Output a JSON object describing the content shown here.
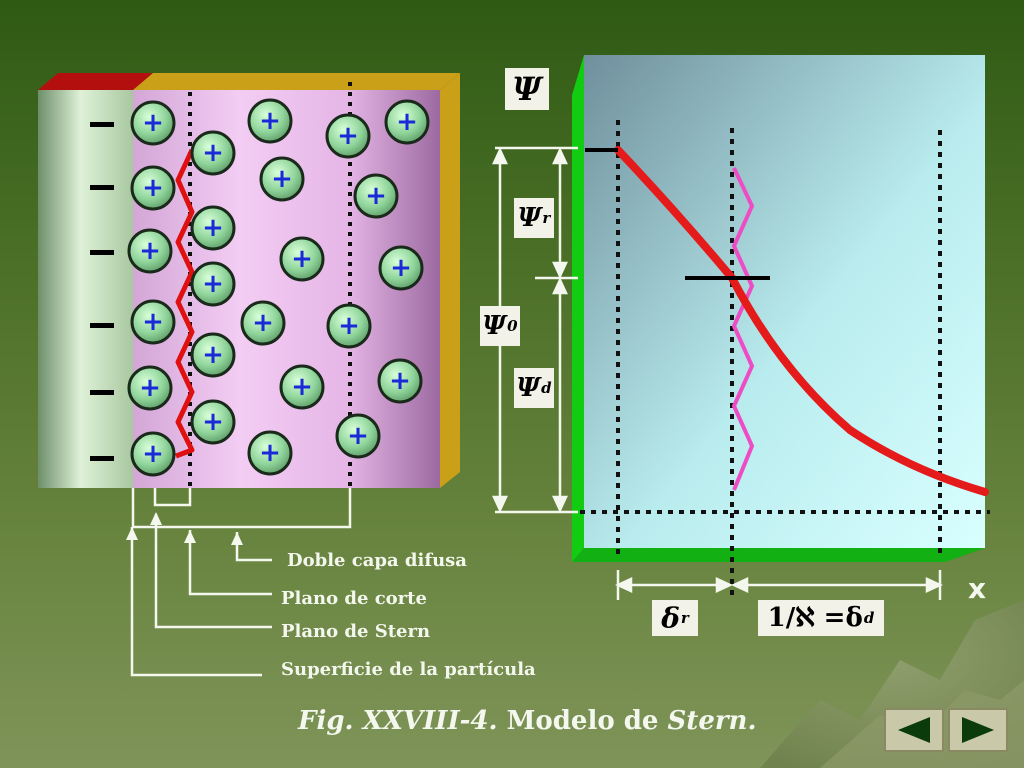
{
  "diagram": {
    "labels": {
      "doble_capa": "Doble capa difusa",
      "plano_corte": "Plano de corte",
      "plano_stern": "Plano de Stern",
      "superficie": "Superficie de la partícula"
    },
    "psi": "Ψ",
    "psi_r": "Ψ",
    "psi_r_sub": "r",
    "psi_0": "Ψ",
    "psi_0_sub": "0",
    "psi_d": "Ψ",
    "psi_d_sub": "d",
    "delta_r": "δ",
    "delta_r_sub": "r",
    "kappa_expr": "1/ℵ =δ",
    "kappa_sub": "d",
    "x_axis": "x",
    "neg_sign": "–",
    "pos_sign": "+"
  },
  "caption": {
    "fig": "Fig. XXVIII-4.",
    "text": "Modelo de",
    "italic": "Stern."
  },
  "nav": {
    "prev_label": "◀",
    "next_label": "▶"
  },
  "colors": {
    "background": "#4c7028",
    "ion_fill": "#8fd49a",
    "ion_plus": "#1a2ad8",
    "stern_line": "#e01010",
    "curve": "#e51a1a",
    "zigzag_pink": "#ee4cc4",
    "panel_green": "#12cc12"
  }
}
